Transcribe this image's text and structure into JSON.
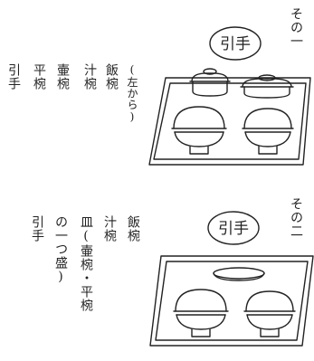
{
  "sections": [
    {
      "heading": "その一",
      "badge": "引手",
      "note": "(左から)",
      "items": [
        "飯椀",
        "汁椀",
        "壷椀",
        "平椀",
        "引手"
      ]
    },
    {
      "heading": "その二",
      "badge": "引手",
      "items": [
        "飯椀",
        "汁椀",
        "皿(壷椀・平椀",
        "の一つ盛)",
        "引手"
      ]
    }
  ]
}
